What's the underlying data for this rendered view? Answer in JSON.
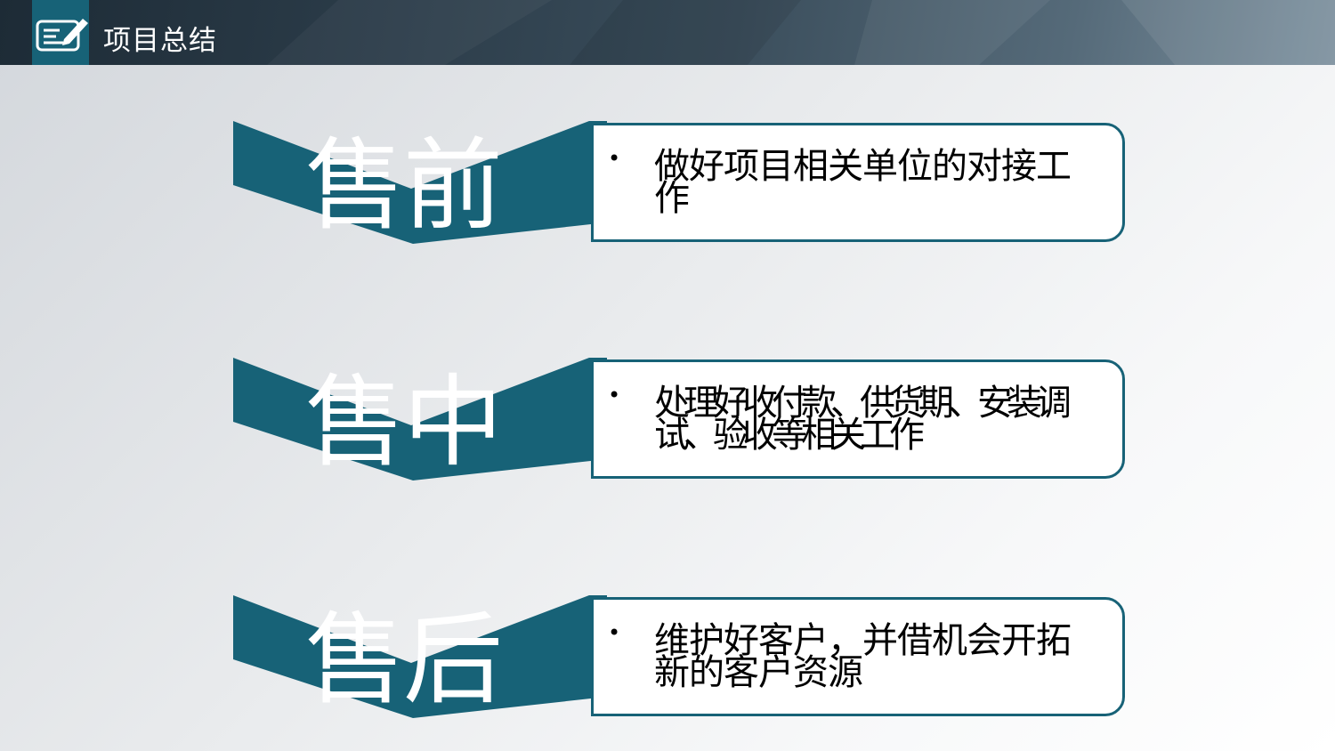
{
  "header": {
    "title": "项目总结",
    "icon": "edit-note-icon"
  },
  "colors": {
    "accent": "#176277",
    "header_dark": "#1d2b36",
    "card_border": "#176277",
    "label_text": "#ffffff"
  },
  "stages": [
    {
      "label": "售前",
      "description": "做好项目相关单位的对接工作"
    },
    {
      "label": "售中",
      "description": "处理好收付款、供货期、安装调试、验收等相关工作"
    },
    {
      "label": "售后",
      "description": "维护好客户，并借机会开拓新的客户资源"
    }
  ],
  "bullet_glyph": "•"
}
